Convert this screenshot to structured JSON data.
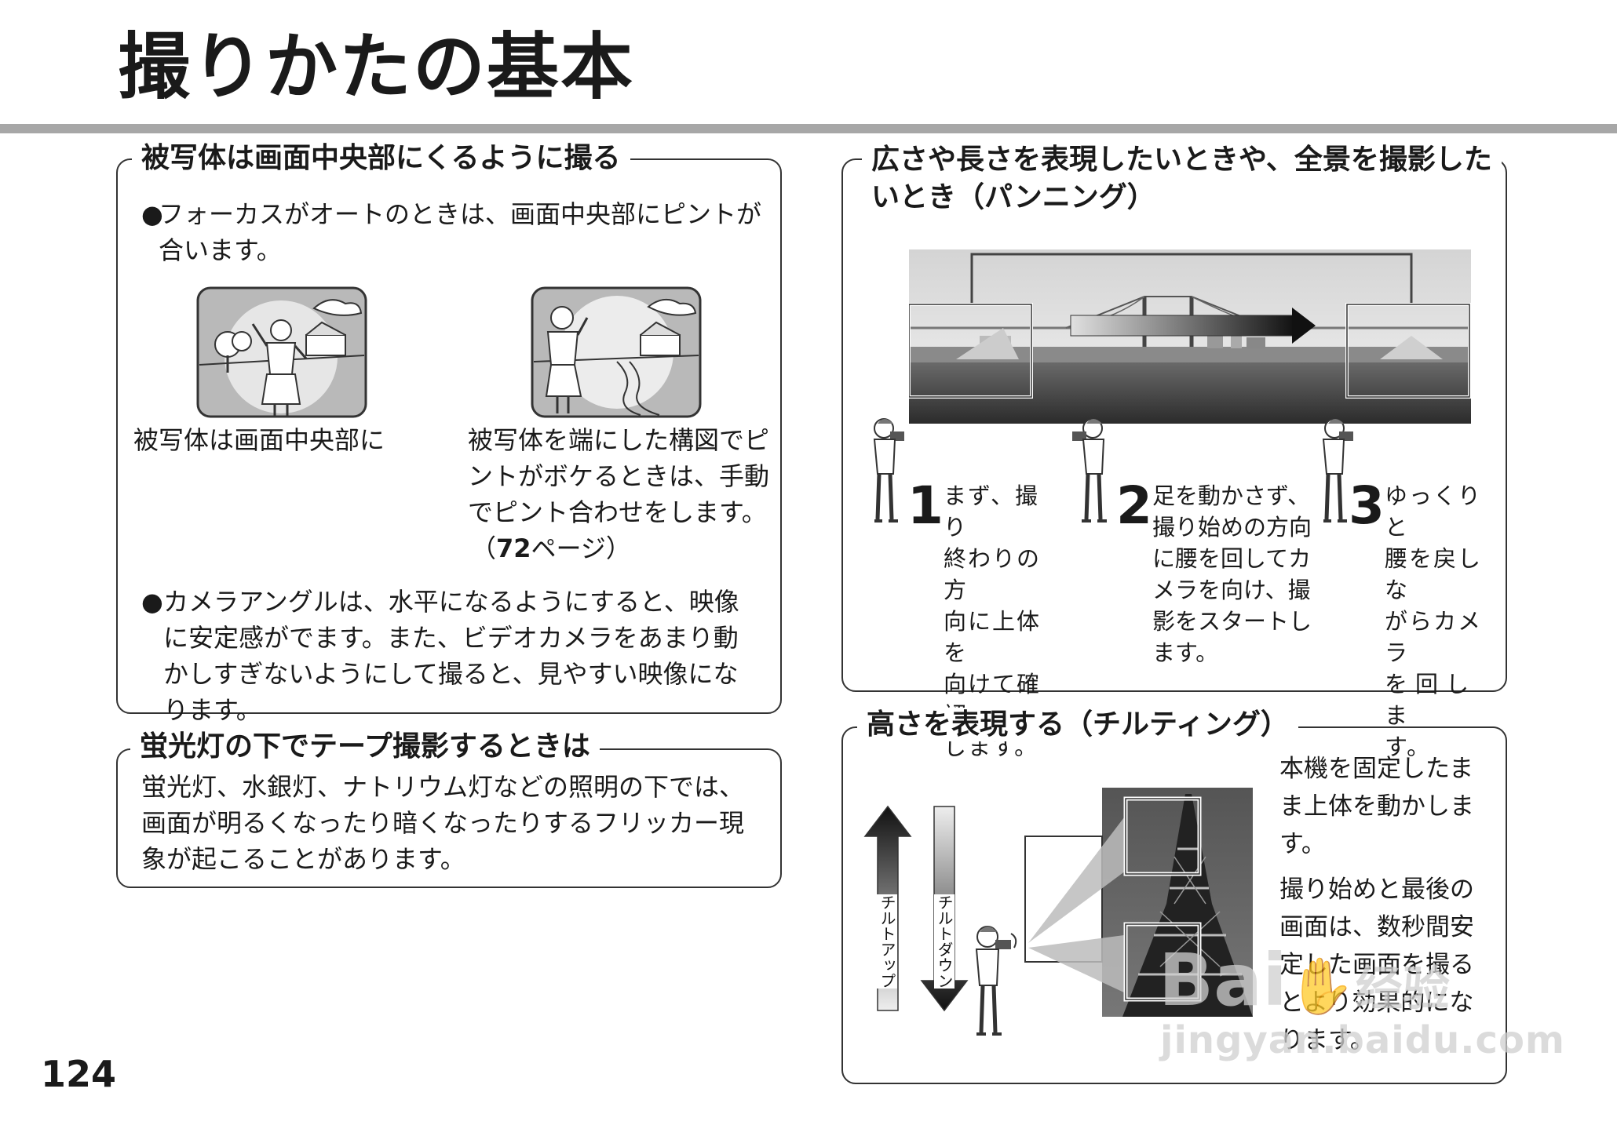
{
  "page_title": "撮りかたの基本",
  "page_number": "124",
  "section_center": {
    "heading": "被写体は画面中央部にくるように撮る",
    "bullet1": "フォーカスがオートのときは、画面中央部にピントが合います。",
    "caption_left": "被写体は画面中央部に",
    "caption_right_lines": [
      "被写体を端にした構図でピ",
      "ントがボケるときは、手動",
      "でピント合わせをします。"
    ],
    "ref_open": "（",
    "ref_page": "72",
    "ref_close": "ページ）",
    "bullet2": "カメラアングルは、水平になるようにすると、映像に安定感がでます。また、ビデオカメラをあまり動かしすぎないようにして撮ると、見やすい映像になります。",
    "bullet_glyph": "●"
  },
  "section_fluorescent": {
    "heading": "蛍光灯の下でテープ撮影するときは",
    "body": "蛍光灯、水銀灯、ナトリウム灯などの照明の下では、画面が明るくなったり暗くなったりするフリッカー現象が起こることがあります。"
  },
  "section_panning": {
    "heading_line1": "広さや長さを表現したいときや、全景を撮影した",
    "heading_line2": "いとき（パンニング）",
    "steps": [
      {
        "num": "1",
        "lines": [
          "まず、撮り",
          "終わりの方",
          "向に上体を",
          "向けて確認",
          "します。"
        ]
      },
      {
        "num": "2",
        "lines": [
          "足を動かさず、",
          "撮り始めの方向",
          "に腰を回してカ",
          "メラを向け、撮",
          "影をスタートし",
          "ます。"
        ]
      },
      {
        "num": "3",
        "lines": [
          "ゆっくりと",
          "腰を戻しな",
          "がらカメラ",
          "を回しま",
          "す。"
        ]
      }
    ]
  },
  "section_tilting": {
    "heading": "高さを表現する（チルティング）",
    "para1_lines": [
      "本機を固定したま",
      "ま上体を動かしま",
      "す。"
    ],
    "para2_lines": [
      "撮り始めと最後の",
      "画面は、数秒間安",
      "定した画面を撮る",
      "とより効果的にな",
      "ります。"
    ],
    "label_tilt_up": "チルトアップ",
    "label_tilt_down": "チルトダウン"
  },
  "watermark": {
    "brand": "Bai",
    "suffix": "经验",
    "url": "jingyan.baidu.com"
  }
}
